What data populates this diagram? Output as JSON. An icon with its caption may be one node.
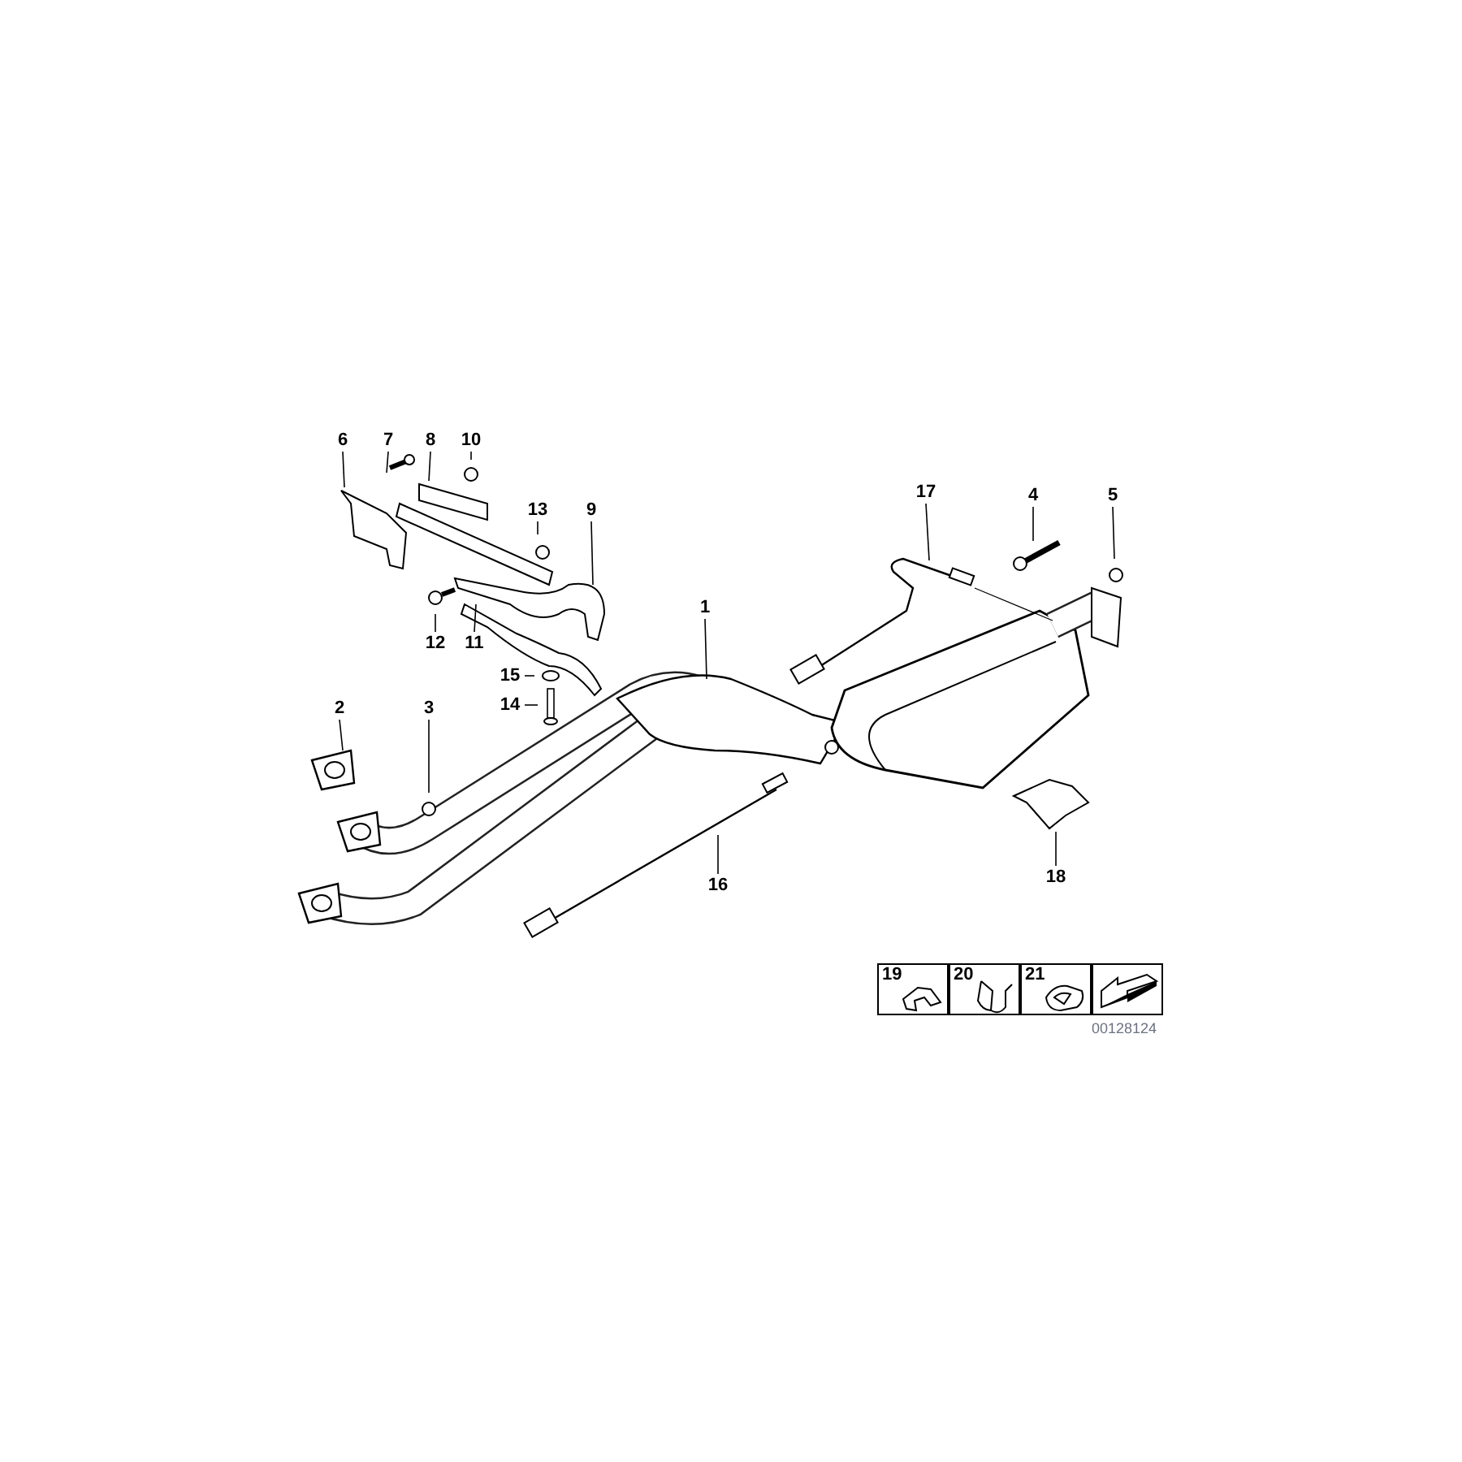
{
  "diagram": {
    "nodes": [
      {
        "text": [
          "6"
        ]
      },
      {
        "text": [
          "7"
        ]
      },
      {
        "text": [
          "8"
        ]
      },
      {
        "text": [
          "10"
        ]
      },
      {
        "text": [
          "13"
        ]
      },
      {
        "text": [
          "9"
        ]
      },
      {
        "text": [
          "12"
        ]
      },
      {
        "text": [
          "11"
        ]
      },
      {
        "text": [
          "15"
        ]
      },
      {
        "text": [
          "14"
        ]
      },
      {
        "text": [
          "2"
        ]
      },
      {
        "text": [
          "3"
        ]
      },
      {
        "text": [
          "1"
        ]
      },
      {
        "text": [
          "17"
        ]
      },
      {
        "text": [
          "4"
        ]
      },
      {
        "text": [
          "5"
        ]
      },
      {
        "text": [
          "16"
        ]
      },
      {
        "text": [
          "18"
        ]
      },
      {
        "text": [
          "19"
        ]
      },
      {
        "text": [
          "20"
        ]
      },
      {
        "text": [
          "21"
        ]
      },
      {
        "text": [],
        "shape": "picture"
      }
    ],
    "edges": [
      {
        "from": 0,
        "to": null,
        "arrow": "none"
      },
      {
        "from": 1,
        "to": null,
        "arrow": "none"
      },
      {
        "from": 2,
        "to": null,
        "arrow": "none"
      },
      {
        "from": 3,
        "to": null,
        "arrow": "none"
      },
      {
        "from": 4,
        "to": null,
        "arrow": "none"
      },
      {
        "from": 5,
        "to": null,
        "arrow": "none"
      },
      {
        "from": 6,
        "to": null,
        "arrow": "none"
      },
      {
        "from": 7,
        "to": null,
        "arrow": "none"
      },
      {
        "from": 8,
        "to": null,
        "arrow": "none"
      },
      {
        "from": 9,
        "to": null,
        "arrow": "none"
      },
      {
        "from": 10,
        "to": null,
        "arrow": "none"
      },
      {
        "from": 11,
        "to": null,
        "arrow": "none"
      },
      {
        "from": 12,
        "to": null,
        "arrow": "none"
      },
      {
        "from": 13,
        "to": null,
        "arrow": "none"
      },
      {
        "from": 14,
        "to": null,
        "arrow": "none"
      },
      {
        "from": 15,
        "to": null,
        "arrow": "none"
      },
      {
        "from": 16,
        "to": null,
        "arrow": "none"
      },
      {
        "from": 17,
        "to": null,
        "arrow": "none"
      }
    ],
    "labels": [
      "00128124"
    ]
  }
}
